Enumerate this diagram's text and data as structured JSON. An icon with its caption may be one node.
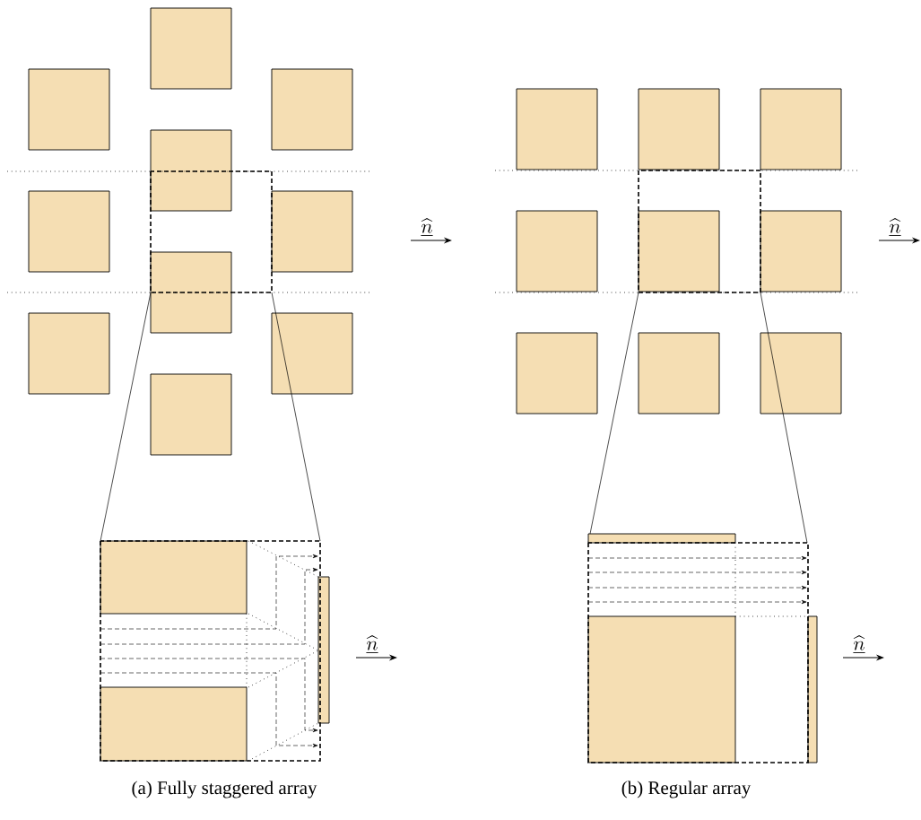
{
  "diagram": {
    "labels": [
      "\\underline{\\widehat{n}}",
      "\\underline{\\widehat{n}}",
      "\\underline{\\widehat{n}}",
      "\\underline{\\widehat{n}}",
      "(a) Fully staggered array",
      "(b) Regular array"
    ]
  }
}
